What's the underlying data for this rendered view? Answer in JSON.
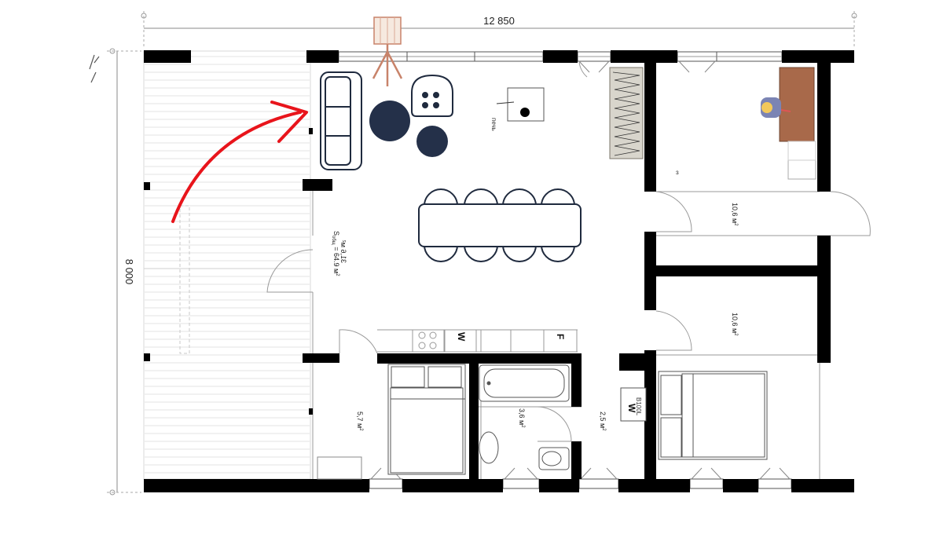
{
  "dimensions": {
    "width": "12 850",
    "height": "8 000"
  },
  "living_area": {
    "main": "S",
    "subscript": "общ",
    "value": " = 64.9 м",
    "superscript": "2",
    "mirrored_text": "31,6 м²"
  },
  "rooms": {
    "bedroom_small": {
      "value": "5,7 м",
      "sup": "2"
    },
    "bathroom": {
      "value": "3,6 м",
      "sup": "2"
    },
    "corridor": {
      "value": "2,5 м",
      "sup": "2"
    },
    "room_top_right": {
      "value": "10,6 м",
      "sup": "2"
    },
    "room_mid_right": {
      "value": "10,6 м",
      "sup": "2"
    }
  },
  "labels": {
    "stove_note": "печь",
    "washer": "W",
    "fridge": "F",
    "boiler_line1": "B100L",
    "boiler_line2": "W"
  },
  "colors": {
    "wall": "#000000",
    "furniture_dark": "#243049",
    "arrow": "#e8141b",
    "desk": "#a8694a",
    "fireplace_bg": "#d8d5cc",
    "lamp": "#c8836a",
    "deck_line": "#e3e3e3"
  }
}
